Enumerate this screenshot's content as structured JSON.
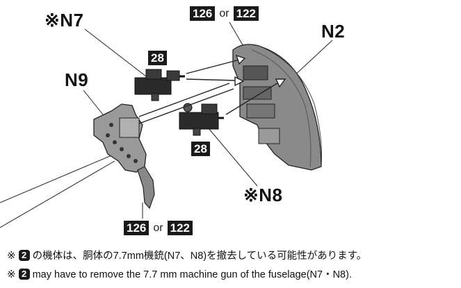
{
  "labels": {
    "n7": "※N7",
    "n2": "N2",
    "n9": "N9",
    "n8": "※N8"
  },
  "tags": {
    "top_left": "126",
    "top_or": "or",
    "top_right": "122",
    "n7_part": "28",
    "n8_part": "28",
    "bottom_left": "126",
    "bottom_or": "or",
    "bottom_right": "122"
  },
  "notes": {
    "mark": "※",
    "step": "2",
    "jp_text": "の機体は、胴体の7.7mm機銃(N7、N8)を撤去している可能性があります。",
    "en_text": "may have to remove the 7.7 mm machine gun of the fuselage(N7・N8)."
  }
}
